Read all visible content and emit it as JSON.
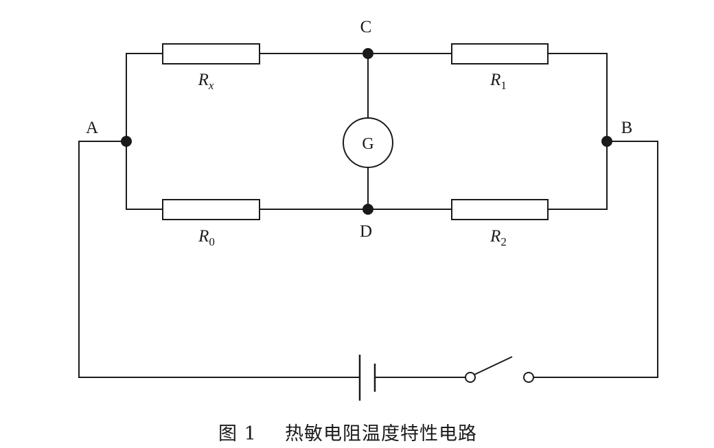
{
  "nodes": {
    "a": "A",
    "b": "B",
    "c": "C",
    "d": "D"
  },
  "galvanometer": "G",
  "resistors": {
    "rx": {
      "main": "R",
      "sub": "x"
    },
    "r1": {
      "main": "R",
      "sub": "1"
    },
    "r0": {
      "main": "R",
      "sub": "0"
    },
    "r2": {
      "main": "R",
      "sub": "2"
    }
  },
  "caption": {
    "number": "图 1",
    "title": "热敏电阻温度特性电路"
  },
  "colors": {
    "line": "#1a1a1a",
    "background": "#ffffff"
  }
}
